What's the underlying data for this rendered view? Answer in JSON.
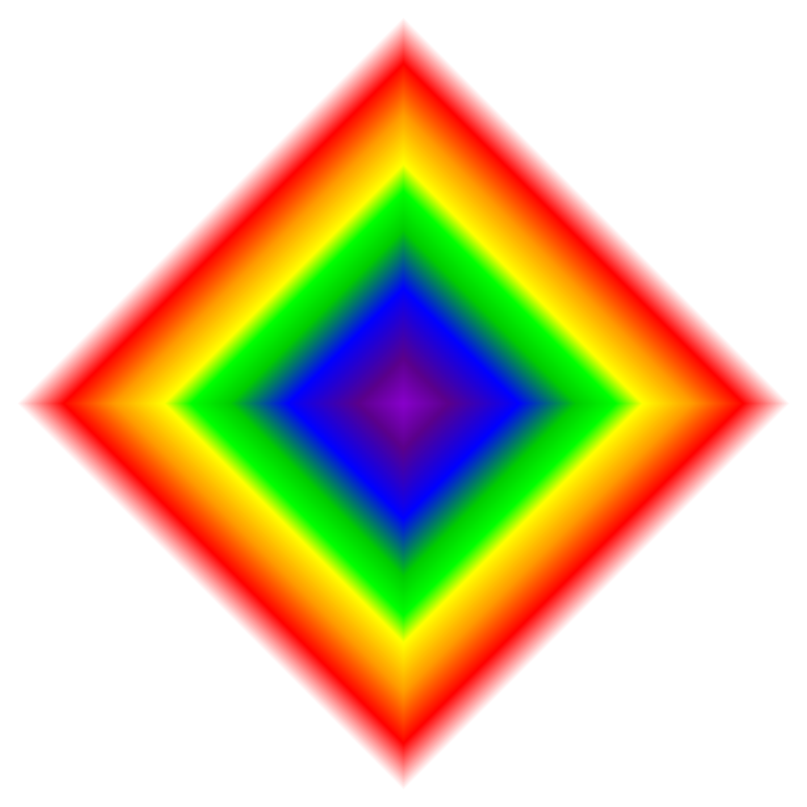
{
  "canvas": {
    "background": "#ffffff"
  },
  "shape": {
    "kind": "diamond",
    "fill": "diamond-gradient",
    "gradient_stops": [
      {
        "offset": 0.0,
        "color": "#8800cc"
      },
      {
        "offset": 0.12,
        "color": "#5a008a"
      },
      {
        "offset": 0.3,
        "color": "#0000ff"
      },
      {
        "offset": 0.45,
        "color": "#00cc00"
      },
      {
        "offset": 0.55,
        "color": "#00ff00"
      },
      {
        "offset": 0.62,
        "color": "#ffff00"
      },
      {
        "offset": 0.75,
        "color": "#ff9900"
      },
      {
        "offset": 0.88,
        "color": "#ff0000"
      },
      {
        "offset": 1.0,
        "color": "#ffffff"
      }
    ]
  }
}
